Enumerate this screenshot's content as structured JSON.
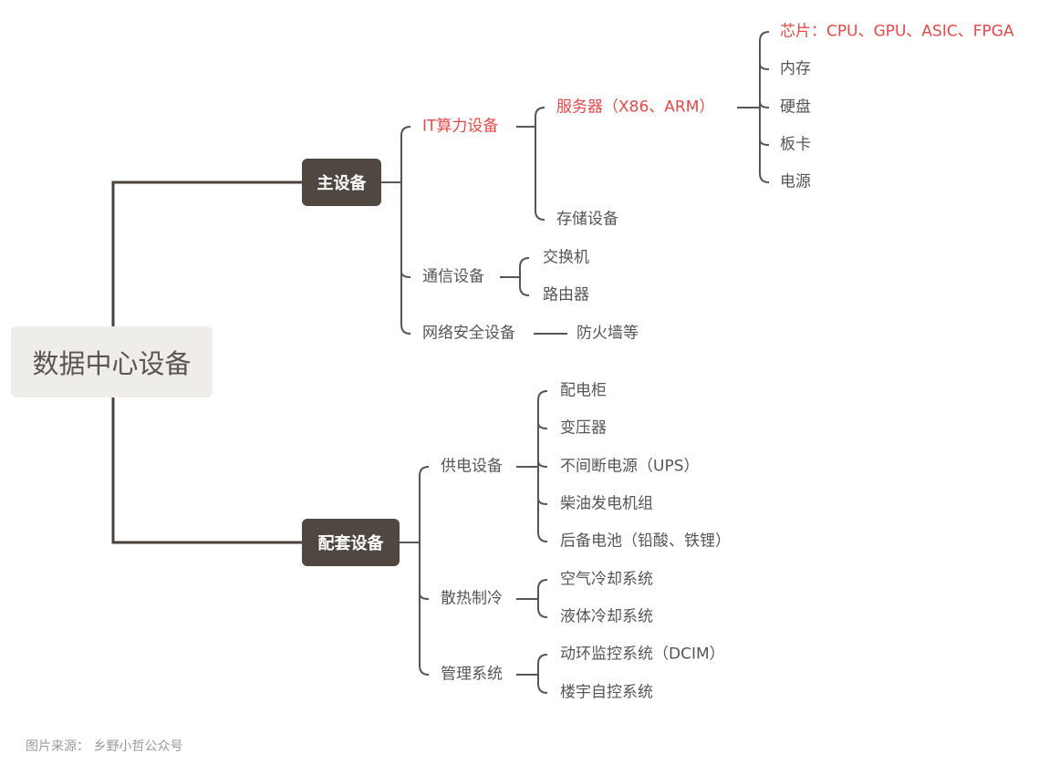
{
  "root": "数据中心设备",
  "main_equipment": {
    "label": "主设备",
    "it_compute": {
      "label": "IT算力设备",
      "server": {
        "label": "服务器（X86、ARM）",
        "parts": [
          "芯片：CPU、GPU、ASIC、FPGA",
          "内存",
          "硬盘",
          "板卡",
          "电源"
        ]
      },
      "storage": "存储设备"
    },
    "communication": {
      "label": "通信设备",
      "items": [
        "交换机",
        "路由器"
      ]
    },
    "network_security": {
      "label": "网络安全设备",
      "items": [
        "防火墙等"
      ]
    }
  },
  "supporting_equipment": {
    "label": "配套设备",
    "power": {
      "label": "供电设备",
      "items": [
        "配电柜",
        "变压器",
        "不间断电源（UPS）",
        "柴油发电机组",
        "后备电池（铅酸、铁锂）"
      ]
    },
    "cooling": {
      "label": "散热制冷",
      "items": [
        "空气冷却系统",
        "液体冷却系统"
      ]
    },
    "management": {
      "label": "管理系统",
      "items": [
        "动环监控系统（DCIM）",
        "楼宇自控系统"
      ]
    }
  },
  "footer": "图片来源：  乡野小哲公众号",
  "colors": {
    "highlight": "#e04a4a",
    "node_dark": "#4f4740",
    "root_bg": "#eeede7",
    "line": "#4a423b"
  }
}
